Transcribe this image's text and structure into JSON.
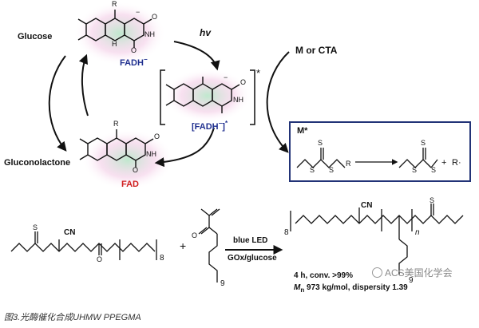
{
  "cycle": {
    "glucose": "Glucose",
    "gluconolactone": "Gluconolactone",
    "fadh": "FADH",
    "fad": "FAD",
    "hv": "hv",
    "fadh_excited": "[FADH",
    "excited_star": "*",
    "minus": "−",
    "flavin_R": "R",
    "flavin_N": "N",
    "flavin_O": "O",
    "flavin_NH": "NH",
    "flavin_H": "H"
  },
  "right": {
    "m_or_cta": "M or CTA",
    "m_star": "M*",
    "S": "S",
    "R": "R",
    "plus": "+",
    "r_radical": "R"
  },
  "reaction": {
    "blue_led": "blue LED",
    "gox_glucose": "GOx/glucose",
    "plus": "+",
    "cn": "CN",
    "subscript_8": "8",
    "subscript_9": "9",
    "n_sub": "n",
    "conditions": "4 h, conv. >99%",
    "mn_label": "M",
    "mn_sub": "n",
    "mn_value": " 973 kg/mol, dispersity 1.39",
    "O": "O",
    "S": "S"
  },
  "watermark": "ACS美国化学会",
  "caption": "图3.光酶催化合成UHMW PPEGMA",
  "colors": {
    "blue": "#1f2f8f",
    "red": "#d02020",
    "box_border": "#223377"
  }
}
